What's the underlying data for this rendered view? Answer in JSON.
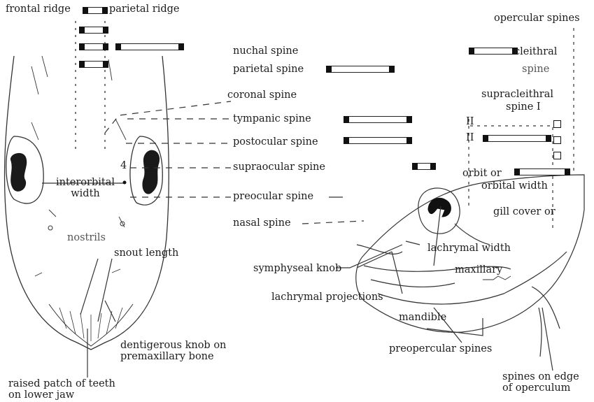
{
  "labels": {
    "frontal_ridge": "frontal ridge",
    "parietal_ridge": "parietal ridge",
    "opercular_spines": "opercular spines",
    "nuchal_spine": "nuchal spine",
    "parietal_spine": "parietal spine",
    "cleithral": "cleithral",
    "spine_c": "spine",
    "coronal_spine": "coronal spine",
    "supracleithral": "supracleithral",
    "spine_I": "spine I",
    "tympanic_spine": "tympanic spine",
    "numeral_II_a": "II",
    "numeral_II_b": "II",
    "postocular_spine": "postocular spine",
    "supraocular_spine": "supraocular spine",
    "numeral_4": "4",
    "interorbital_1": "interorbital",
    "interorbital_2": "width",
    "orbit_or": "orbit or",
    "orbital_width": "orbital width",
    "preocular_spine": "preocular spine",
    "gill_cover_or": "gill cover or",
    "nasal_spine": "nasal spine",
    "nostrils": "nostrils",
    "snout_length": "snout length",
    "lachrymal_width": "lachrymal width",
    "symphyseal_knob": "symphyseal knob",
    "maxillary": "maxillary",
    "lachrymal_projections": "lachrymal projections",
    "mandible": "mandible",
    "dentigerous_1": "dentigerous knob on",
    "dentigerous_2": "premaxillary bone",
    "preopercular_spines": "preopercular spines",
    "raised_patch_1": "raised patch of teeth",
    "raised_patch_2": "on lower jaw",
    "edge_operculum_1": "spines on edge",
    "edge_operculum_2": "of operculum"
  }
}
